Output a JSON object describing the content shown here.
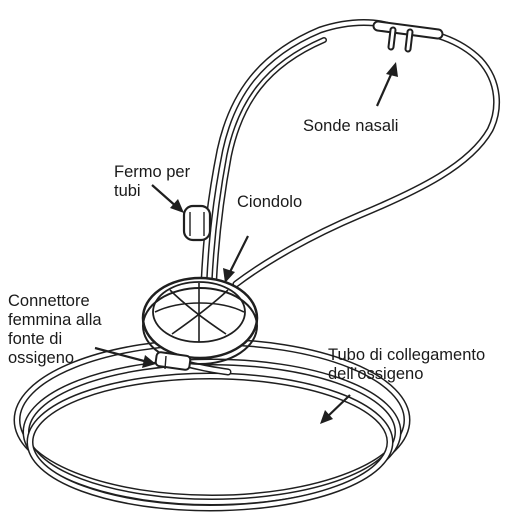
{
  "labels": {
    "nasal_prongs": [
      "Sonde nasali"
    ],
    "tubing_clip": [
      "Fermo per",
      "tubi"
    ],
    "pendant": [
      "Ciondolo"
    ],
    "female_connector": [
      "Connettore",
      "femmina alla",
      "fonte di",
      "ossigeno"
    ],
    "oxygen_tubing": [
      "Tubo di collegamento",
      "dell’ossigeno"
    ]
  },
  "colors": {
    "line": "#1f1f1f",
    "tube_inner": "#ffffff",
    "text": "#1a1a1a"
  }
}
